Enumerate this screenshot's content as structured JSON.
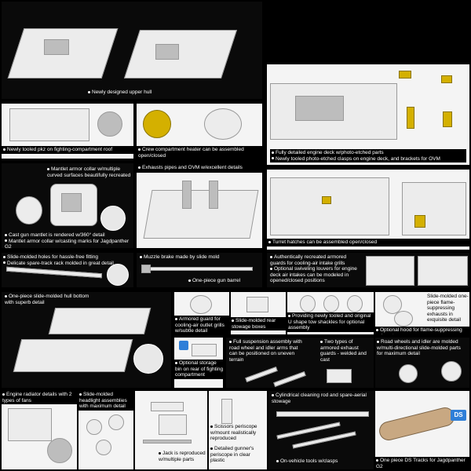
{
  "captions": {
    "upper_hull": "Newly designed upper hull",
    "engine_deck": "Fully detailed engine deck w/photo-etched parts",
    "engine_deck_clasps": "Newly tooled photo-etched clasps on engine deck, and brackets for OVM",
    "pkz": "Newly tooled pkz on fighting-compartment roof",
    "crew_heater": "Crew compartment heater can be assembled open/closed",
    "mantlet_collar": "Mantlet armor collar w/multiple curved surfaces beautifully recreated",
    "exhausts": "Exhausts pipes and OVM w/excellent details",
    "gun_mantlet": "Cast gun mantlet is rendered w/360° detail",
    "mantlet_marks": "Mantlet armor collar w/casting marks for Jagdpanther G2",
    "turret_hatches": "Turret hatches can be assembled open/closed",
    "slide_holes": "Slide-molded holes for hassle-free fitting",
    "spare_track_rack": "Delicate spare-track rack molded in great detail",
    "muzzle_brake": "Muzzle brake made by slide mold",
    "gun_barrel": "One-piece gun barrel",
    "guards_grills": "Authentically recreated armored guards for cooling-air intake grills",
    "louvers": "Optional swiveling louvers for engine deck air intakes can be modeled in opened/closed positions",
    "lower_hull": "One-piece slide-molded hull bottom with superb detail",
    "armored_guard": "Armored guard for cooling-air outlet grills w/subtle detail",
    "rear_stowage": "Slide-molded rear stowage boxes",
    "shackles": "Providing newly tooled and original U shape tow shackles for optional assembly",
    "exhaust_hood_a": "Slide-molded one-piece flame-suppressing exhausts in exquisite detail",
    "exhaust_hood_b": "Optional hood for flame-suppressing exhausts",
    "storage_bin": "Optional storage bin on rear of fighting compartment",
    "suspension": "Full suspension assembly with road wheel and idler arms that can be positioned on uneven terrain",
    "exhaust_guards": "Two types of armored exhaust guards - welded and cast",
    "road_wheels": "Road wheels and idler are molded w/multi-directional slide-molded parts for maximum detail",
    "radiator": "Engine radiator details with 2 types of fans",
    "headlight": "Slide-molded headlight assemblies with maximum detail",
    "jack": "Jack is reproduced w/multiple parts",
    "scissors_periscope": "Scissors periscope w/mount realistically reproduced",
    "gunners_periscope": "Detailed gunner's periscope in clear plastic",
    "cleaning_rod": "Cylindrical cleaning rod and spare-aerial stowage",
    "tools": "On-vehicle tools w/clasps",
    "tracks": "One piece DS Tracks for Jagdpanther G2"
  },
  "badge": {
    "ds": "DS"
  }
}
